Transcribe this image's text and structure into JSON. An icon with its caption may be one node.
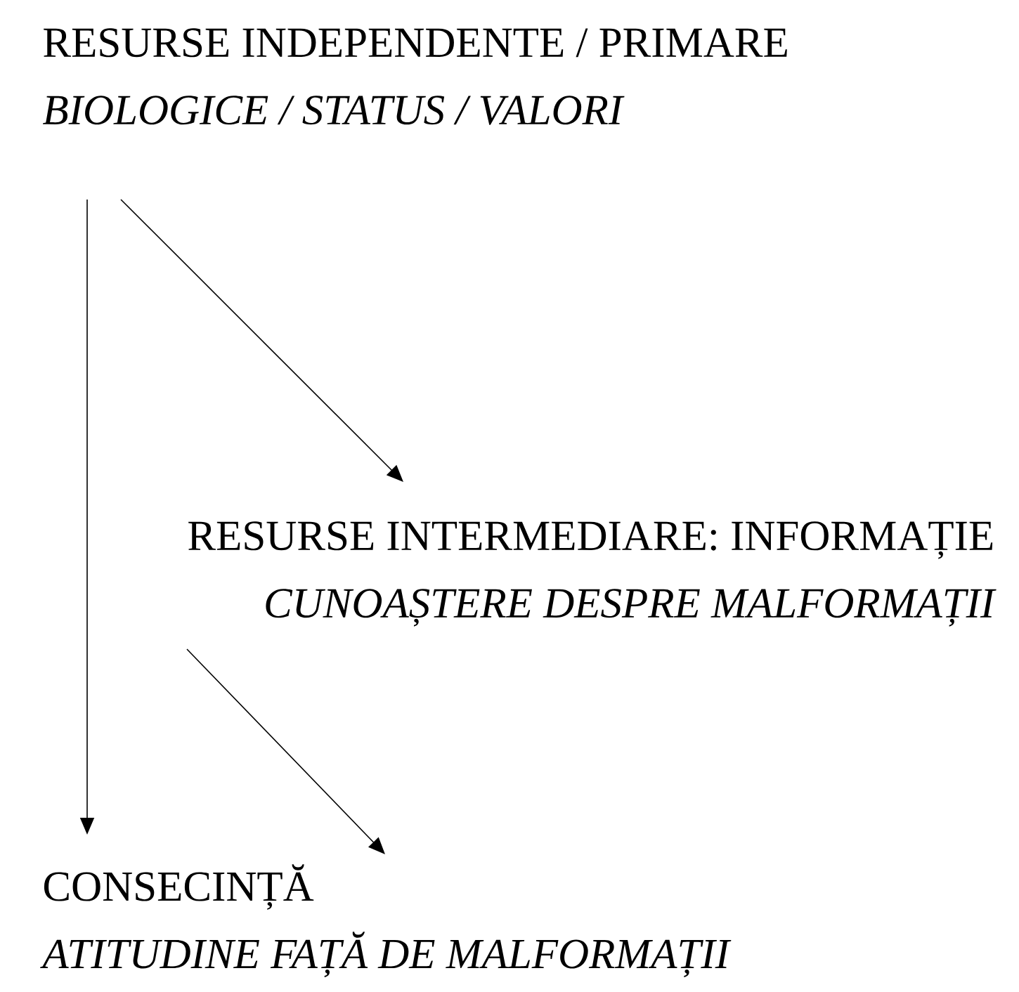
{
  "diagram": {
    "nodes": [
      {
        "text": [
          "RESURSE INDEPENDENTE / PRIMARE",
          "BIOLOGICE / STATUS / VALORI"
        ]
      },
      {
        "text": [
          "RESURSE INTERMEDIARE: INFORMAȚIE",
          "CUNOAȘTERE DESPRE MALFORMAȚII"
        ]
      },
      {
        "text": [
          "CONSECINȚĂ",
          "ATITUDINE FAȚĂ DE MALFORMAȚII"
        ]
      }
    ],
    "edges": [
      {
        "from": 0,
        "to": 2,
        "arrow": "to"
      },
      {
        "from": 0,
        "to": 1,
        "arrow": "to"
      },
      {
        "from": 1,
        "to": 2,
        "arrow": "to"
      }
    ]
  }
}
